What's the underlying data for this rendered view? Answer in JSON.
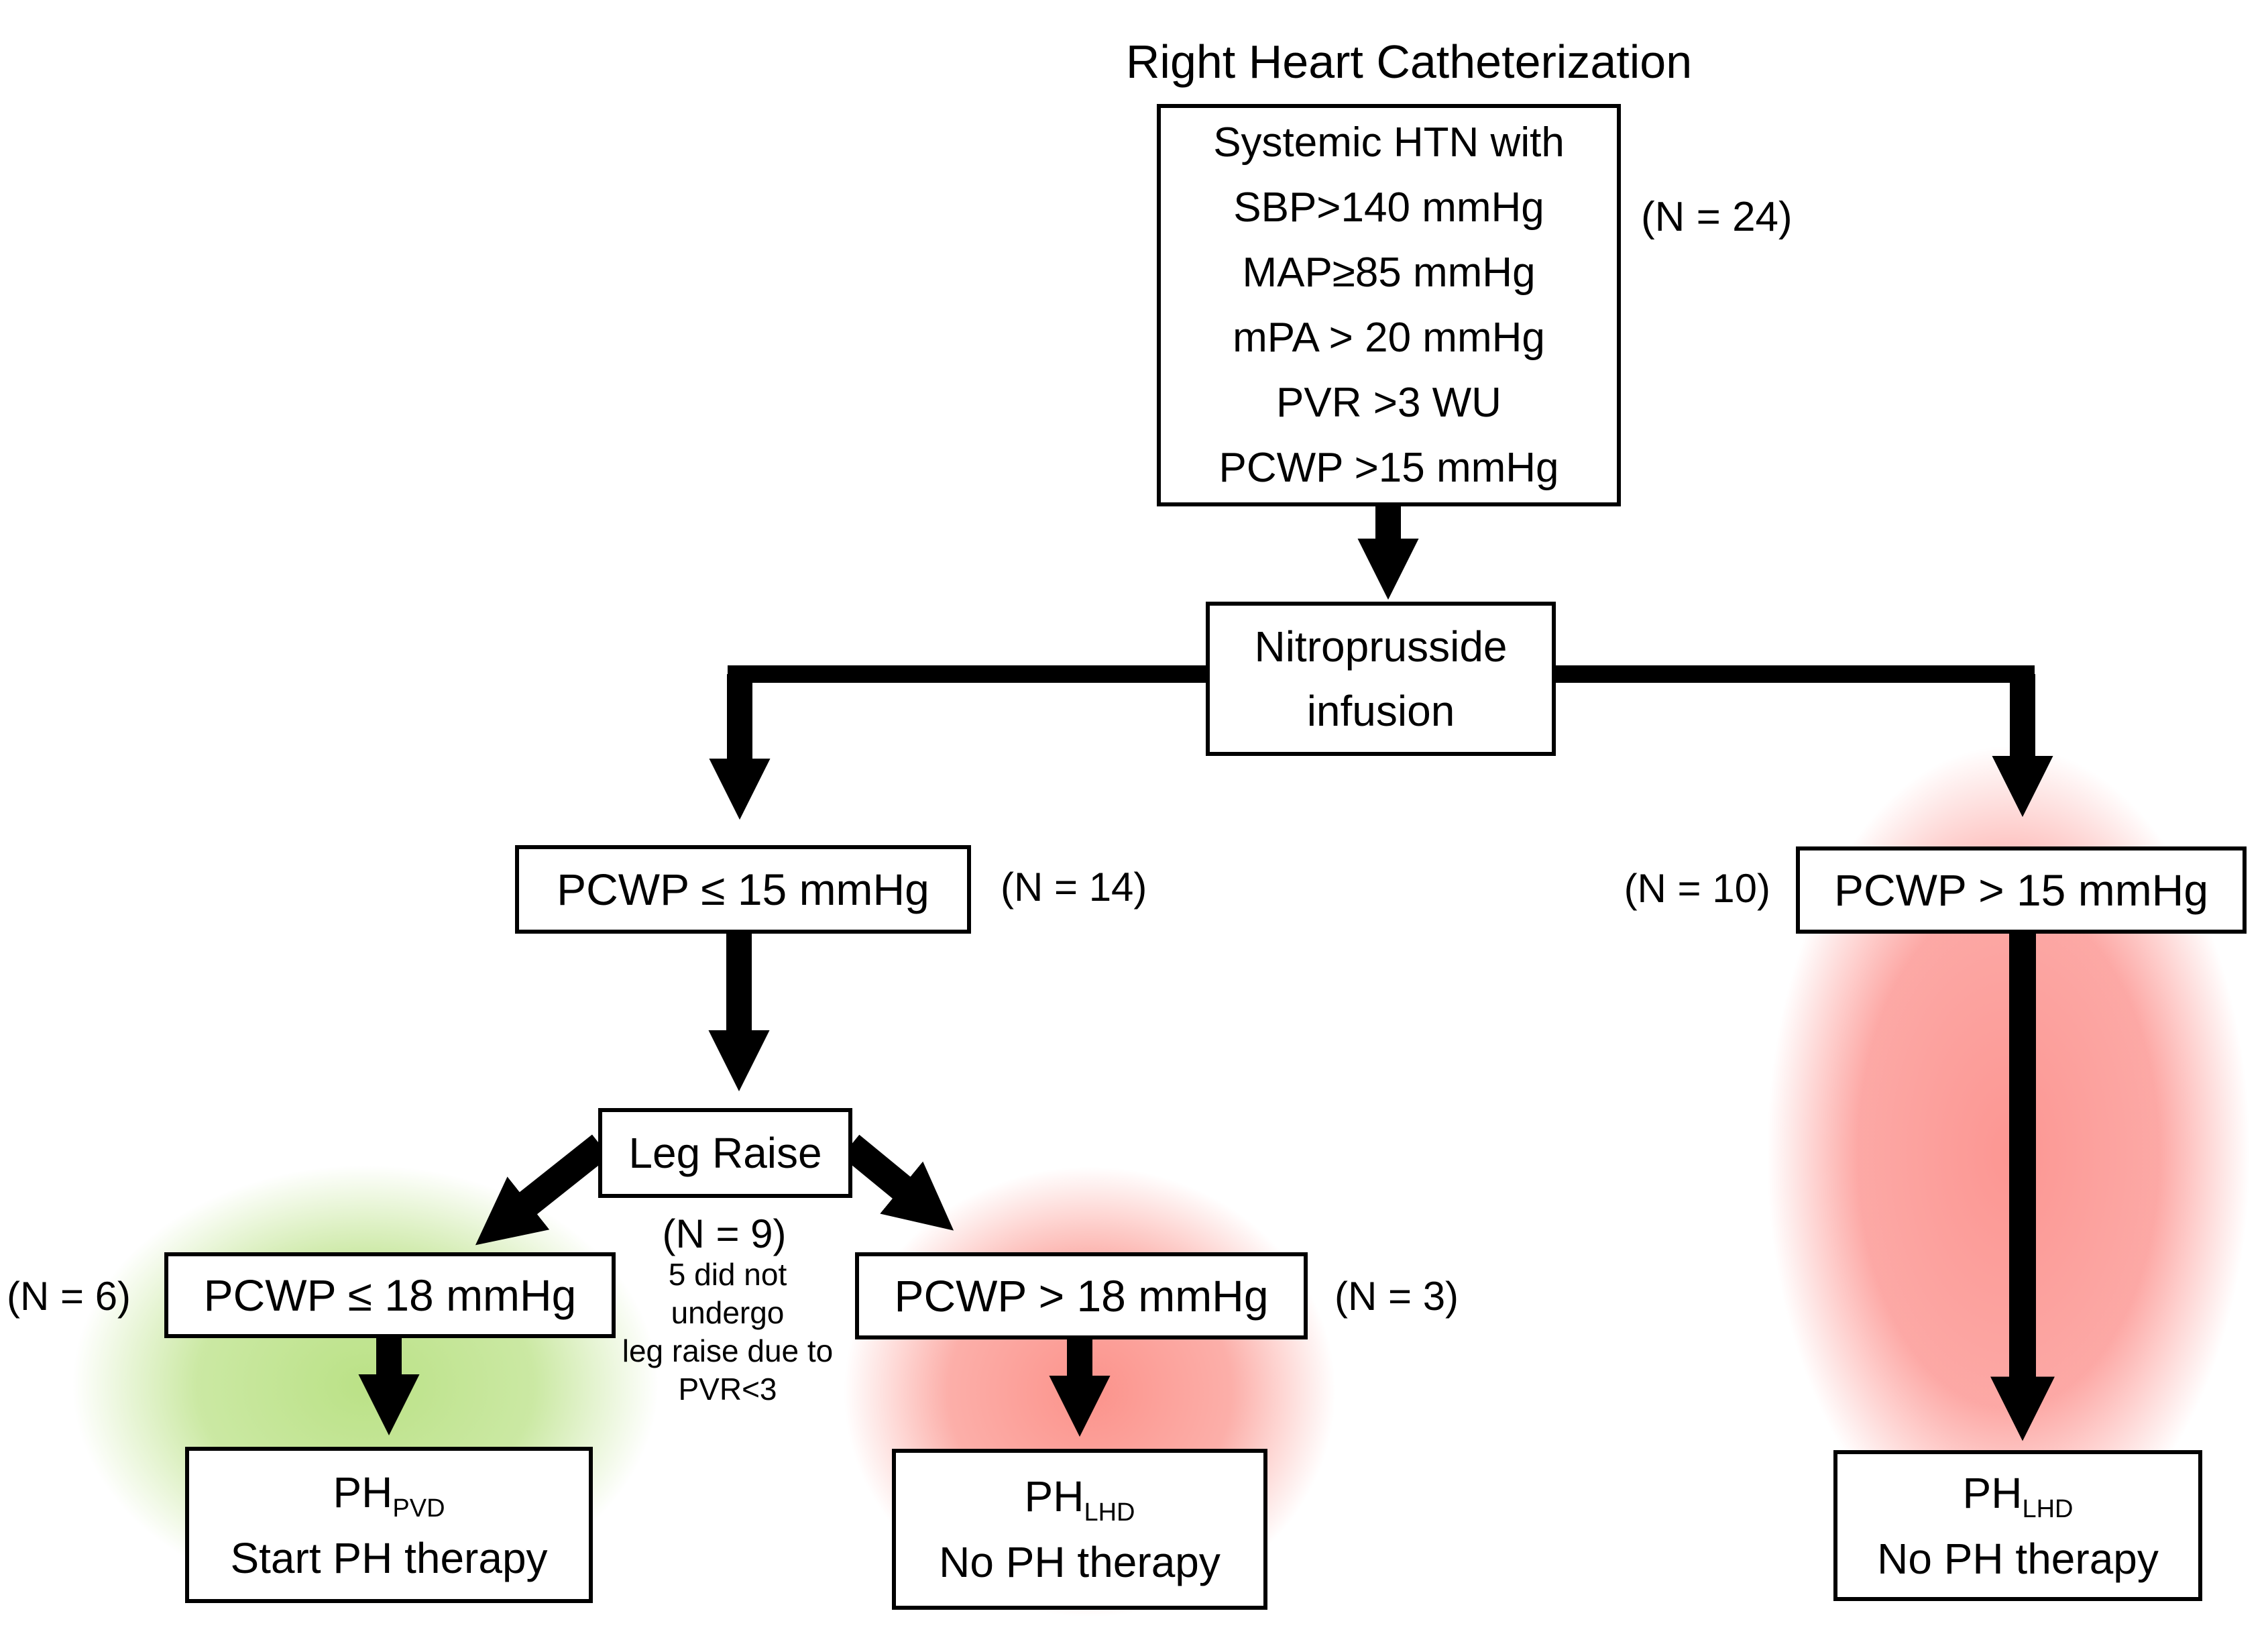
{
  "title": "Right Heart Catheterization",
  "nodes": {
    "criteria": {
      "lines": [
        "Systemic HTN with",
        "SBP>140 mmHg",
        "MAP≥85 mmHg",
        "mPA > 20 mmHg",
        "PVR >3 WU",
        "PCWP >15 mmHg"
      ],
      "n_label": "(N = 24)"
    },
    "nitroprusside": {
      "line1": "Nitroprusside",
      "line2": "infusion"
    },
    "pcwp_le_15": {
      "label": "PCWP ≤ 15 mmHg",
      "n_label": "(N = 14)"
    },
    "pcwp_gt_15": {
      "label": "PCWP > 15 mmHg",
      "n_label": "(N = 10)"
    },
    "leg_raise": {
      "label": "Leg Raise",
      "n_label": "(N = 9)",
      "note_lines": [
        "5 did not",
        "undergo",
        "leg raise due to",
        "PVR<3"
      ]
    },
    "pcwp_le_18": {
      "label": "PCWP ≤ 18 mmHg",
      "n_label": "(N = 6)"
    },
    "pcwp_gt_18": {
      "label": "PCWP > 18 mmHg",
      "n_label": "(N = 3)"
    },
    "ph_pvd": {
      "main": "PH",
      "sub": "PVD",
      "action": "Start PH therapy"
    },
    "ph_lhd_mid": {
      "main": "PH",
      "sub": "LHD",
      "action": "No PH therapy"
    },
    "ph_lhd_right": {
      "main": "PH",
      "sub": "LHD",
      "action": "No PH therapy"
    }
  },
  "colors": {
    "positive_glow_green": "#b7e080",
    "negative_glow_red": "#fc938f",
    "line_black": "#000000",
    "box_background": "#ffffff",
    "box_border": "#000000"
  }
}
